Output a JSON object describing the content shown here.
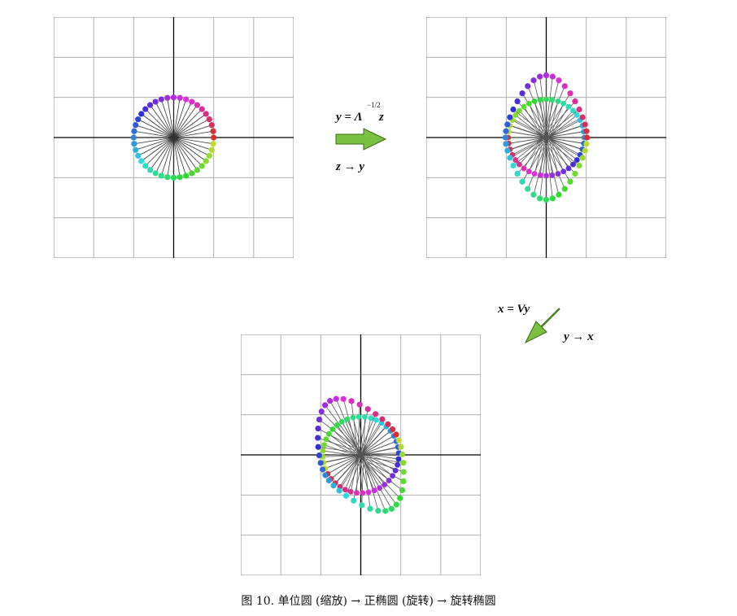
{
  "figure": {
    "caption": "图 10. 单位圆 (缩放) → 正椭圆 (旋转) → 旋转椭圆",
    "step1": {
      "equation": "y = Λ",
      "exponent": "−1/2",
      "equation_tail": "z",
      "mapping": "z → y"
    },
    "step2": {
      "equation": "x = Vy",
      "mapping": "y → x"
    },
    "colors": {
      "grid": "#b0b0b0",
      "axis": "#000000",
      "arrow_fill": "#7ac142",
      "arrow_stroke": "#3c6b1a",
      "spoke": "#555555"
    },
    "panels": [
      {
        "name": "unit-circle",
        "xlim": [
          -3,
          3
        ],
        "ylim": [
          -3,
          3
        ],
        "grid": true
      },
      {
        "name": "axis-aligned-ellipse",
        "xlim": [
          -3,
          3
        ],
        "ylim": [
          -3,
          3
        ],
        "grid": true
      },
      {
        "name": "rotated-ellipse",
        "xlim": [
          -3,
          3
        ],
        "ylim": [
          -3,
          3
        ],
        "grid": true
      }
    ]
  }
}
